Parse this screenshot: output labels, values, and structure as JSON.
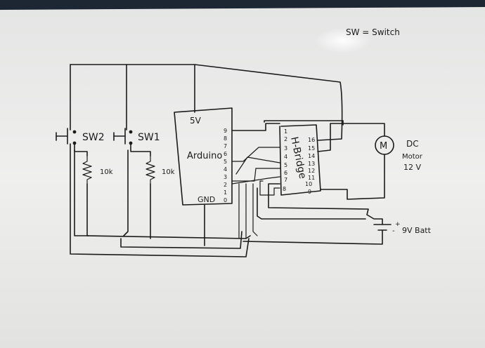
{
  "legend_note": "SW = Switch",
  "arduino": {
    "name": "Arduino",
    "power_label": "5V",
    "ground_label": "GND",
    "pins": [
      "9",
      "8",
      "7",
      "6",
      "5",
      "4",
      "3",
      "2",
      "1",
      "0"
    ]
  },
  "hbridge": {
    "name": "H-Bridge",
    "left_pins": [
      "1",
      "2",
      "3",
      "4",
      "5",
      "6",
      "7",
      "8"
    ],
    "right_pins": [
      "16",
      "15",
      "14",
      "13",
      "12",
      "11",
      "10",
      "9"
    ]
  },
  "switches": [
    {
      "name": "SW2",
      "resistor": "10k"
    },
    {
      "name": "SW1",
      "resistor": "10k"
    }
  ],
  "motor": {
    "symbol": "M",
    "line1": "DC",
    "line2": "Motor",
    "line3": "12 V"
  },
  "battery": {
    "label": "9V Batt",
    "plus": "+",
    "minus": "-"
  },
  "colors": {
    "whiteboard": "#eeeeec",
    "ink": "#1b1b1b",
    "frame": "#1c2733"
  }
}
